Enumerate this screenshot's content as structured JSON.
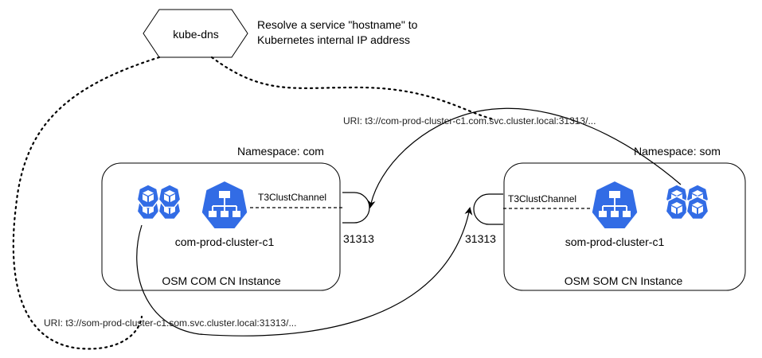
{
  "kube_dns": {
    "label": "kube-dns",
    "description_line1": "Resolve a service \"hostname\" to",
    "description_line2": "Kubernetes internal IP address"
  },
  "com": {
    "namespace": "Namespace: com",
    "cluster_name": "com-prod-cluster-c1",
    "instance": "OSM COM CN Instance",
    "channel": "T3ClustChannel",
    "port": "31313"
  },
  "som": {
    "namespace": "Namespace: som",
    "cluster_name": "som-prod-cluster-c1",
    "instance": "OSM SOM CN Instance",
    "channel": "T3ClustChannel",
    "port": "31313"
  },
  "uri_to_com": "URI: t3://com-prod-cluster-c1.com.svc.cluster.local:31313/...",
  "uri_to_som": "URI: t3://som-prod-cluster-c1.som.svc.cluster.local:31313/...",
  "colors": {
    "kubernetes_blue": "#326ce5",
    "line": "#000000",
    "box_stroke": "#000000"
  },
  "icons": {
    "service": "kubernetes-service-icon",
    "pods": "kubernetes-pods-icon"
  }
}
